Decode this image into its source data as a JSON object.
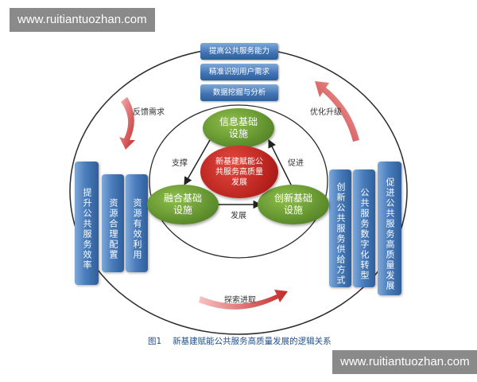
{
  "watermark_text": "www.ruitiantuozhan.com",
  "top_boxes": [
    "提高公共服务能力",
    "精准识别用户需求",
    "数据挖掘与分析"
  ],
  "left_columns": [
    "提升公共服务效率",
    "资源合理配置",
    "资源有效利用"
  ],
  "right_columns": [
    "创新公共服务供给方式",
    "公共服务数字化转型",
    "促进公共服务高质量发展"
  ],
  "nodes": {
    "top": "信息基础设施",
    "left": "融合基础设施",
    "right": "创新基础设施",
    "center": "新基建赋能公共服务高质量发展"
  },
  "edge_labels": {
    "support": "支撑",
    "promote": "促进",
    "develop": "发展"
  },
  "cycle_labels": {
    "feedback": "反馈需求",
    "optimize": "优化升级",
    "explore": "探索进取"
  },
  "caption": {
    "figure": "图1",
    "title": "新基建赋能公共服务高质量发展的逻辑关系"
  },
  "colors": {
    "box_blue": "#3f72b2",
    "node_green": "#5a8a2a",
    "center_red": "#b5201c",
    "arrow_red": "#c62828",
    "caption_blue": "#1f4e8c",
    "watermark_gray": "#8a8a8a"
  }
}
